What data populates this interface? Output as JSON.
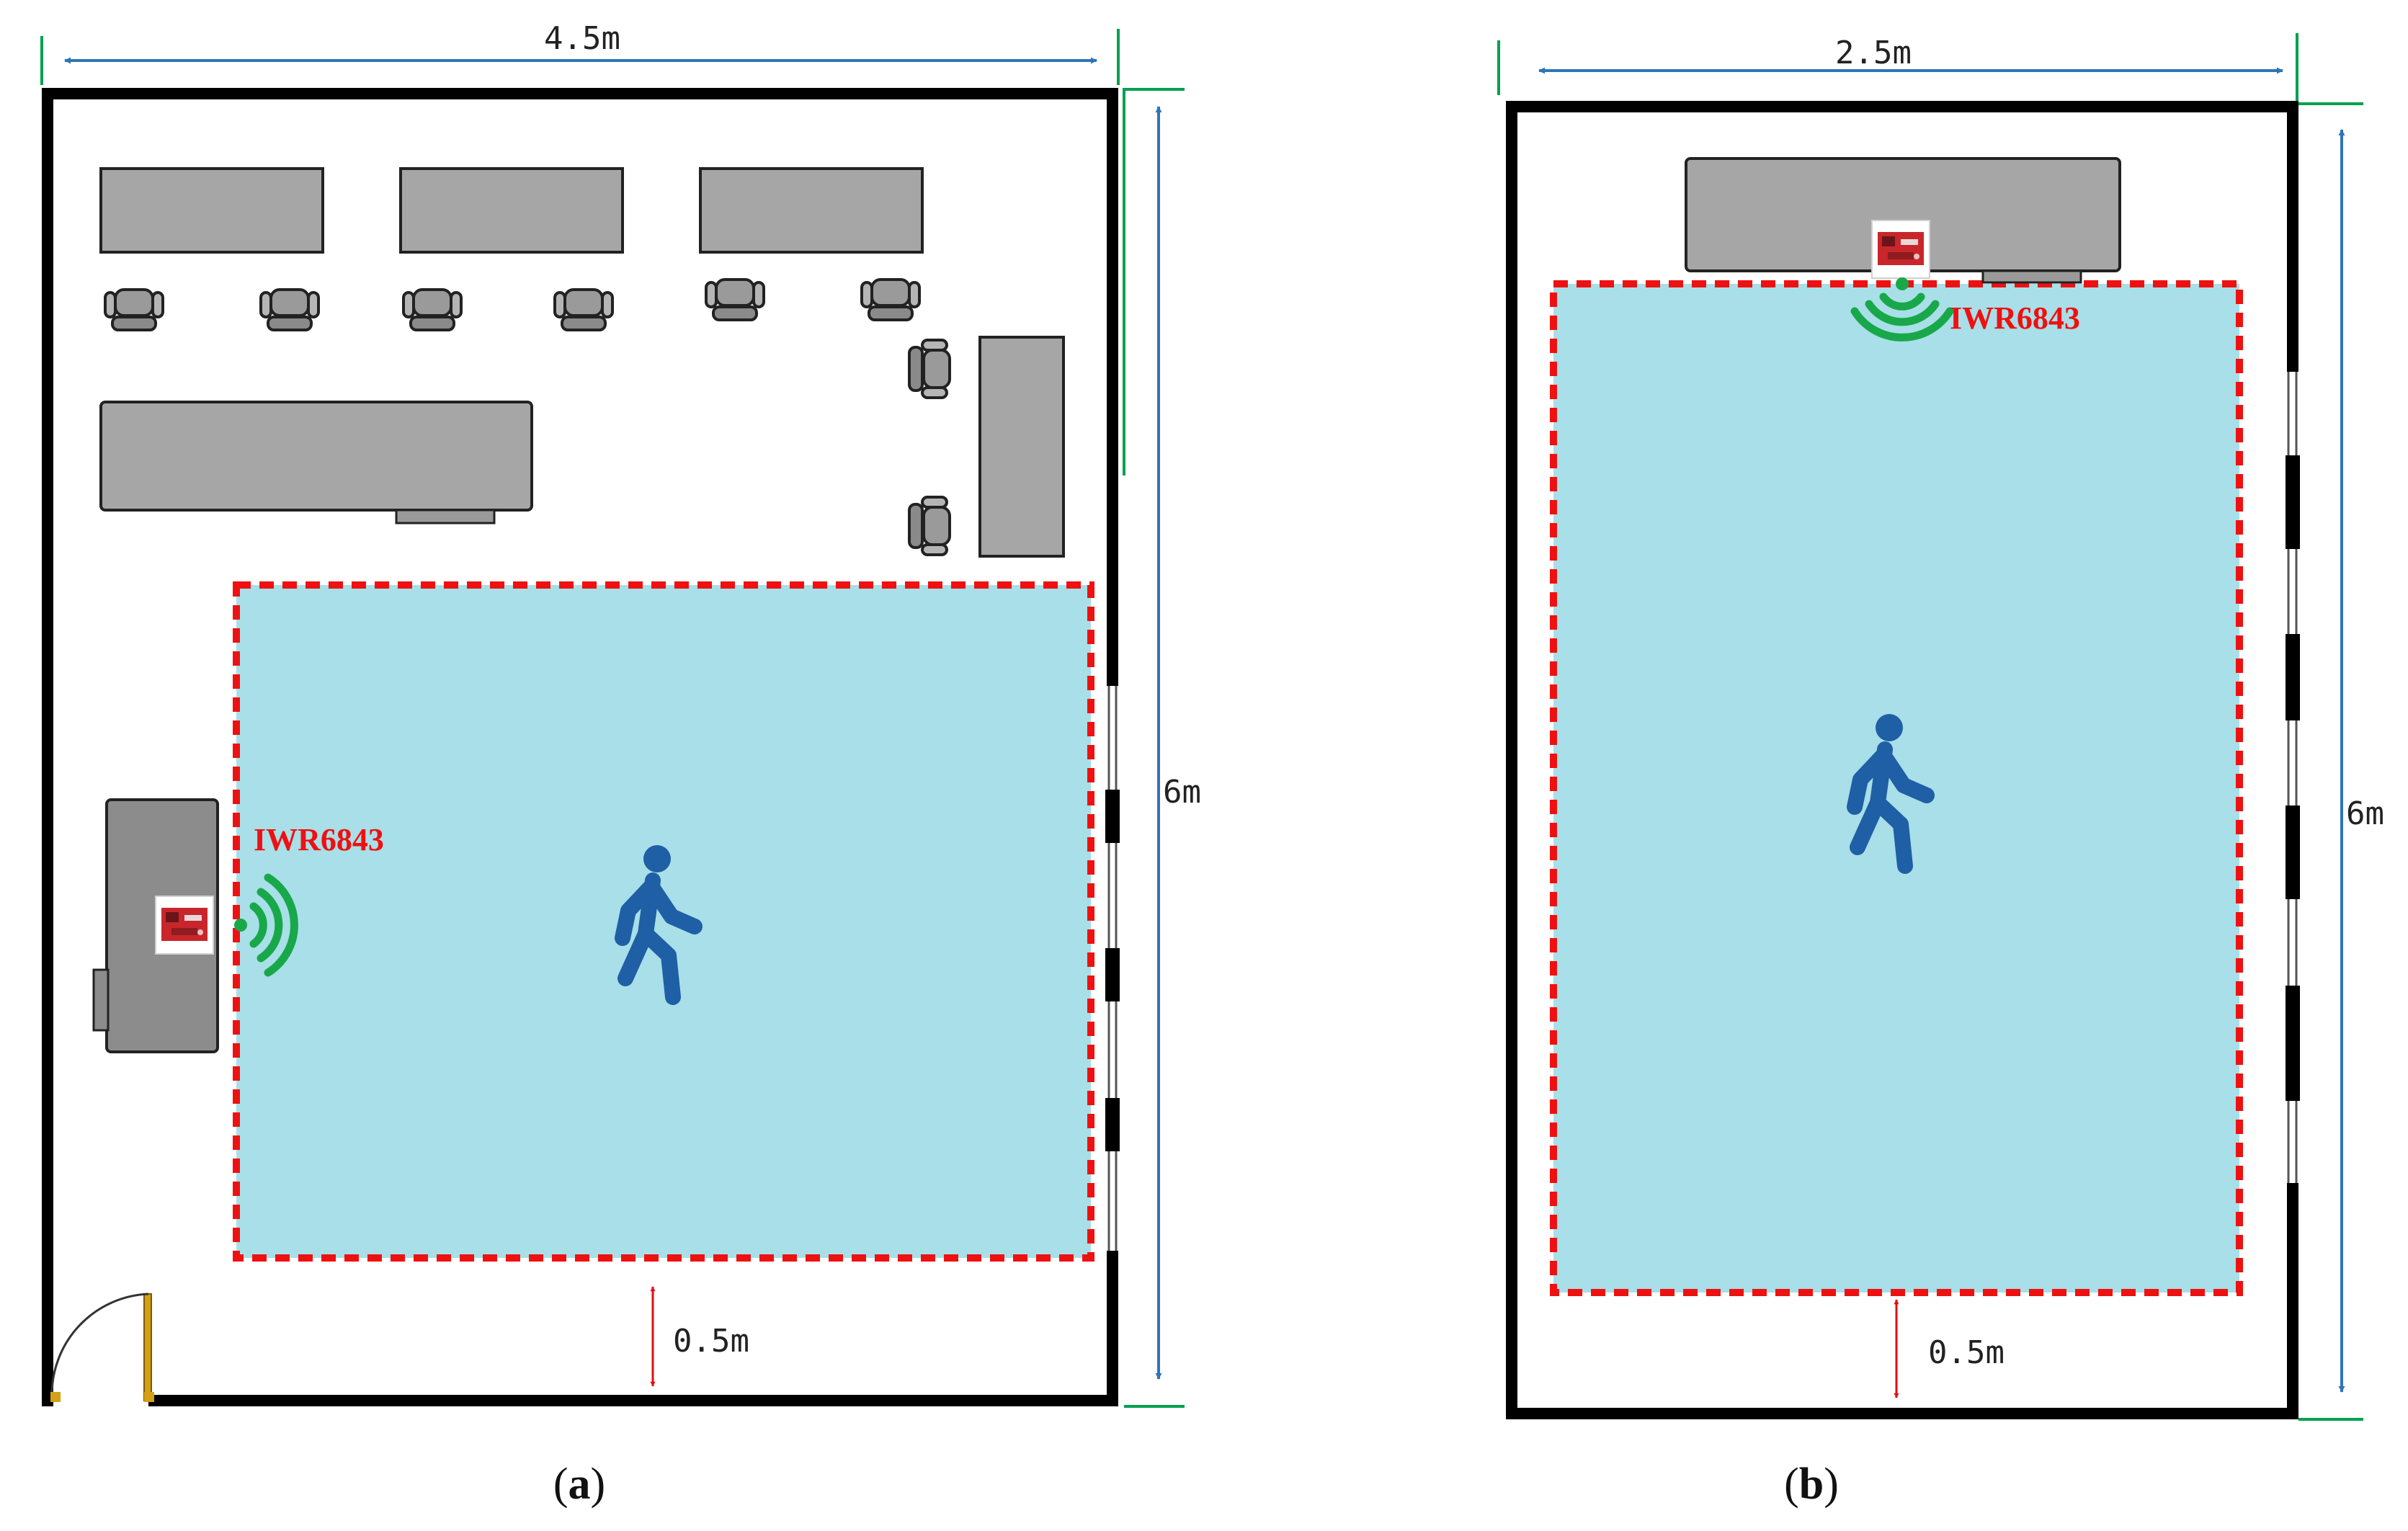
{
  "colors": {
    "wall": "#000000",
    "furniture": "#a6a6a6",
    "furniture_dark": "#8c8c8c",
    "detection_zone_fill": "#a8dfe8",
    "detection_zone_border": "#ee1111",
    "dimension_arrow": "#2e75b6",
    "corner_tick": "#00a050",
    "small_arrow": "#e01010",
    "sensor_label": "#ee1111",
    "signal_waves": "#18a84a",
    "person": "#1f5fa6",
    "door": "#d4a017"
  },
  "icons": {
    "person": "walking-person-icon",
    "signal": "radar-signal-waves-icon",
    "sensor": "radar-sensor-board-icon",
    "chair": "office-chair-icon"
  },
  "panel_a": {
    "width_label": "4.5m",
    "height_label": "6m",
    "gap_label": "0.5m",
    "sensor_label": "IWR6843",
    "caption_open": "(",
    "caption_letter": "a",
    "caption_close": ")"
  },
  "panel_b": {
    "width_label": "2.5m",
    "height_label": "6m",
    "gap_label": "0.5m",
    "sensor_label": "IWR6843",
    "caption_open": "(",
    "caption_letter": "b",
    "caption_close": ")"
  }
}
